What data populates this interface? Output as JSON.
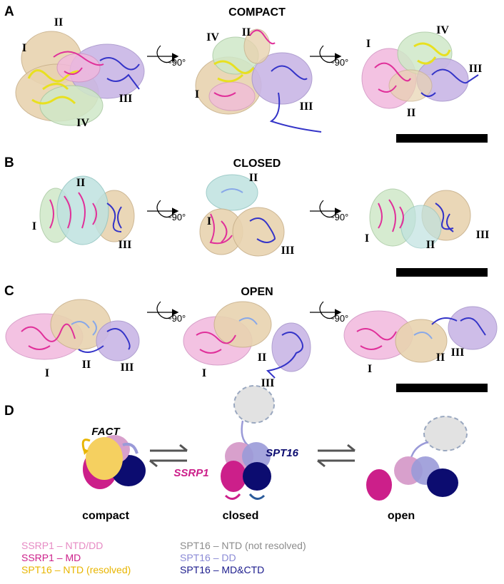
{
  "panels": {
    "A": {
      "letter": "A",
      "title": "COMPACT"
    },
    "B": {
      "letter": "B",
      "title": "CLOSED"
    },
    "C": {
      "letter": "C",
      "title": "OPEN"
    },
    "D": {
      "letter": "D"
    }
  },
  "rotation_label": "~90°",
  "domain_labels": {
    "I": "I",
    "II": "II",
    "III": "III",
    "IV": "IV"
  },
  "schematic": {
    "fact": "FACT",
    "spt16": "SPT16",
    "ssrp1": "SSRP1",
    "states": {
      "compact": "compact",
      "closed": "closed",
      "open": "open"
    }
  },
  "legend": [
    {
      "text": "SSRP1 – NTD/DD",
      "color": "#e68ac3"
    },
    {
      "text": "SSRP1 – MD",
      "color": "#cc1f8a"
    },
    {
      "text": "SPT16 – NTD (resolved)",
      "color": "#e8b500"
    },
    {
      "text": "SPT16 – NTD (not resolved)",
      "color": "#8c8c8c"
    },
    {
      "text": "SPT16 – DD",
      "color": "#8a8ad6"
    },
    {
      "text": "SPT16 – MD&CTD",
      "color": "#1a1a8c"
    }
  ],
  "colors": {
    "tan": "#e8d3b0",
    "green": "#cfe8c8",
    "cyan": "#bfe2e0",
    "pink": "#f2b8de",
    "purple": "#c9b6e6",
    "ribbon_yellow": "#e8e020",
    "ribbon_magenta": "#e0309a",
    "ribbon_blue": "#3434c8",
    "ssrp1_light": "#d8a0cc",
    "ssrp1_md": "#cc1f8a",
    "spt16_ntd": "#f5d060",
    "spt16_dd": "#9a9ad8",
    "spt16_md": "#0c0c70",
    "spt16_grey": "#e2e2e2",
    "arrow_grey": "#555555"
  }
}
